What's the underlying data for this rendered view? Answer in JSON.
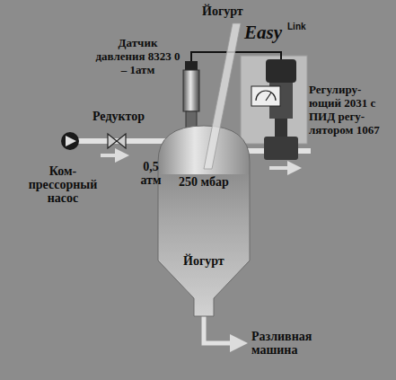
{
  "diagram": {
    "nodes": [
      {
        "text": [
          "250 мбар",
          "Йогурт"
        ]
      }
    ],
    "labels": [
      "Йогурт",
      "Easy",
      "Link",
      "Датчик давления 8323 0 – 1атм",
      "Регулиру- ющий 2031 с ПИД регу- лятором 1067",
      "Редуктор",
      "0,5 атм",
      "Ком- прессорный насос",
      "Разливная машина"
    ]
  }
}
